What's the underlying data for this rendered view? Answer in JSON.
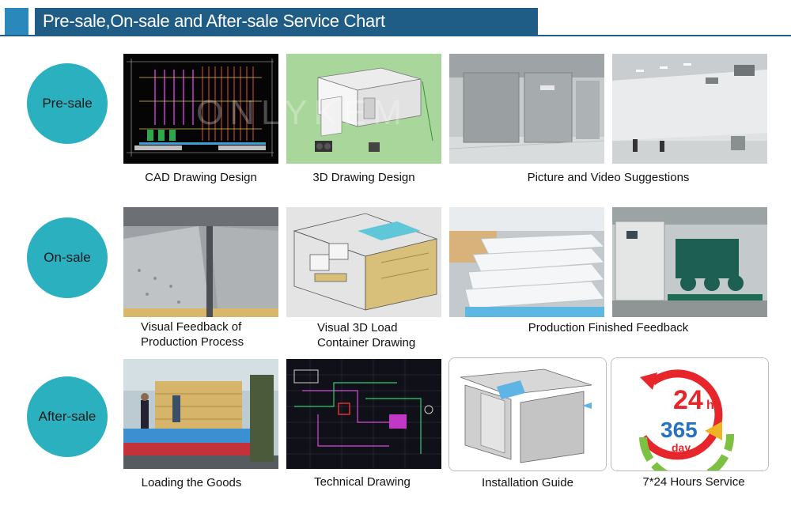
{
  "header": {
    "title": "Pre-sale,On-sale and After-sale Service Chart"
  },
  "stages": [
    {
      "label": "Pre-sale"
    },
    {
      "label": "On-sale"
    },
    {
      "label": "After-sale"
    }
  ],
  "captions": {
    "cad": "CAD Drawing Design",
    "threed": "3D Drawing Design",
    "picture_video": "Picture and Video Suggestions",
    "visual_feedback_1": "Visual Feedback of",
    "visual_feedback_2": "Production Process",
    "load_1": "Visual 3D Load",
    "load_2": "Container Drawing",
    "finished": "Production Finished Feedback",
    "loading": "Loading the Goods",
    "technical": "Technical Drawing",
    "installation": "Installation Guide",
    "service": "7*24 Hours Service"
  },
  "badge": {
    "hours": "24",
    "hours_unit": "hr",
    "days": "365",
    "days_unit": "day"
  },
  "watermark": "ONLYKEM",
  "colors": {
    "header": "#1f5c86",
    "accent": "#2a89ba",
    "circle": "#2ab0bf"
  }
}
